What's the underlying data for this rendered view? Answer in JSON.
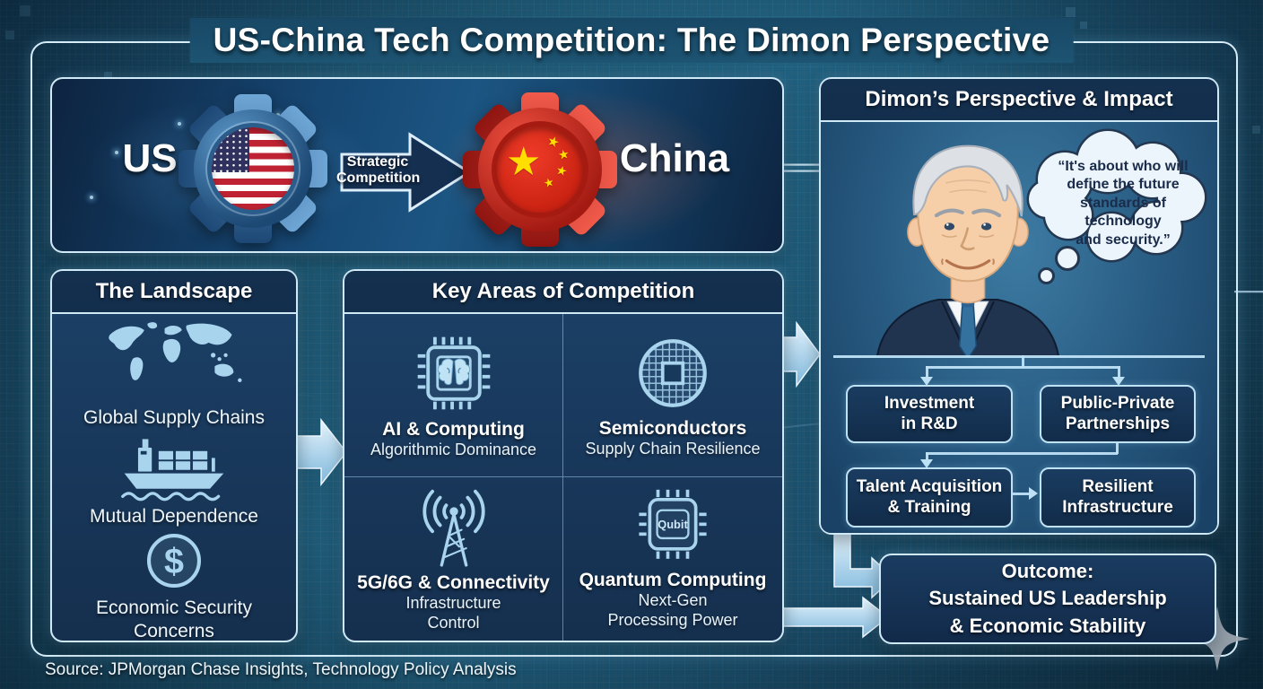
{
  "title": "US-China Tech Competition: The Dimon Perspective",
  "source": "Source: JPMorgan Chase Insights, Technology Policy Analysis",
  "top_flow": {
    "left_label": "US",
    "right_label": "China",
    "arrow_label": "Strategic\nCompetition",
    "star_glyph": "★"
  },
  "landscape": {
    "title": "The Landscape",
    "items": [
      {
        "icon": "world-map-icon",
        "label": "Global Supply Chains"
      },
      {
        "icon": "cargo-ship-icon",
        "label": "Mutual Dependence"
      },
      {
        "icon": "dollar-circle-icon",
        "glyph": "$",
        "label": "Economic Security\nConcerns"
      }
    ]
  },
  "key_areas": {
    "title": "Key Areas of Competition",
    "items": [
      {
        "icon": "ai-chip-icon",
        "title": "AI & Computing",
        "subtitle": "Algorithmic Dominance"
      },
      {
        "icon": "semiconductor-wafer-icon",
        "title": "Semiconductors",
        "subtitle": "Supply Chain Resilience"
      },
      {
        "icon": "radio-tower-icon",
        "title": "5G/6G & Connectivity",
        "subtitle": "Infrastructure\nControl"
      },
      {
        "icon": "quantum-chip-icon",
        "chip_label": "Qubit",
        "title": "Quantum Computing",
        "subtitle": "Next-Gen\nProcessing Power"
      }
    ]
  },
  "dimon_panel": {
    "title": "Dimon’s Perspective & Impact",
    "quote": "“It's about who will\ndefine the future\nstandards of technology\nand security.”",
    "boxes": [
      "Investment\nin R&D",
      "Public-Private\nPartnerships",
      "Talent Acquisition\n& Training",
      "Resilient\nInfrastructure"
    ]
  },
  "outcome": "Outcome:\nSustained US Leadership\n& Economic Stability",
  "colors": {
    "frame_border": "#d6edf8",
    "panel_fill_dark": "#16304f",
    "icon_blue": "#a9d4ee",
    "flow_arrow": "#9fcbe8",
    "us_gear_blue": "#2f6da8",
    "china_gear_red": "#c32318",
    "china_flag_red": "#dd2b1c",
    "star_yellow": "#ffde00",
    "us_flag_red": "#bf2333",
    "us_flag_canton": "#30315e",
    "bubble_fill": "#ecf5fc"
  }
}
